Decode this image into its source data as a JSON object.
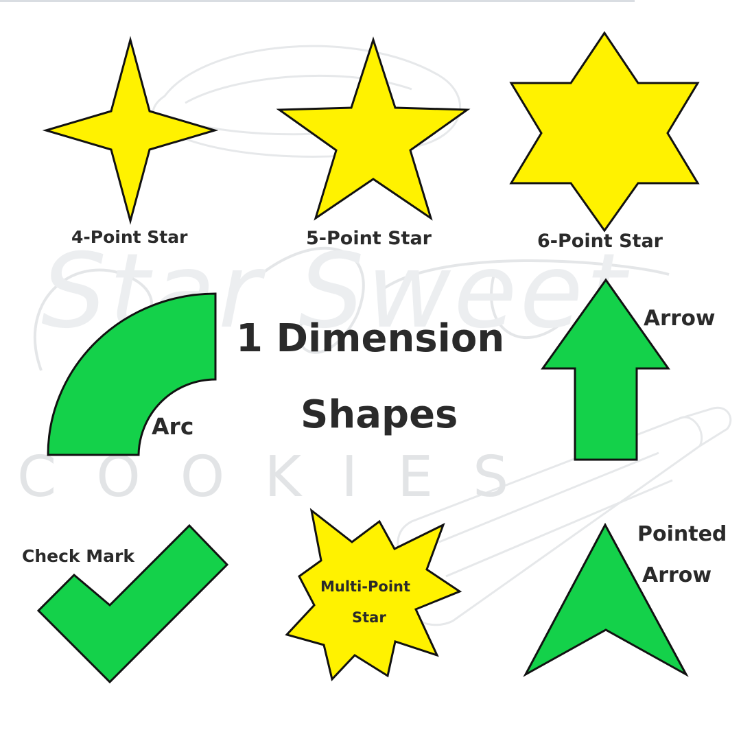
{
  "title": {
    "line1": "1 Dimension",
    "line2": "Shapes"
  },
  "shapes": {
    "four_point_star": "4-Point Star",
    "five_point_star": "5-Point Star",
    "six_point_star": "6-Point Star",
    "arc": "Arc",
    "arrow": "Arrow",
    "check_mark": "Check Mark",
    "multi_point_star_line1": "Multi-Point",
    "multi_point_star_line2": "Star",
    "pointed_arrow_line1": "Pointed",
    "pointed_arrow_line2": "Arrow"
  },
  "watermark": {
    "brand_script": "Star Sweet",
    "brand_word": "COOKIES"
  },
  "colors": {
    "star_fill": "#FFF200",
    "shape_fill": "#14D14A",
    "outline": "#111111",
    "label_text": "#2A2A2A",
    "watermark": "#E2E4E6"
  }
}
